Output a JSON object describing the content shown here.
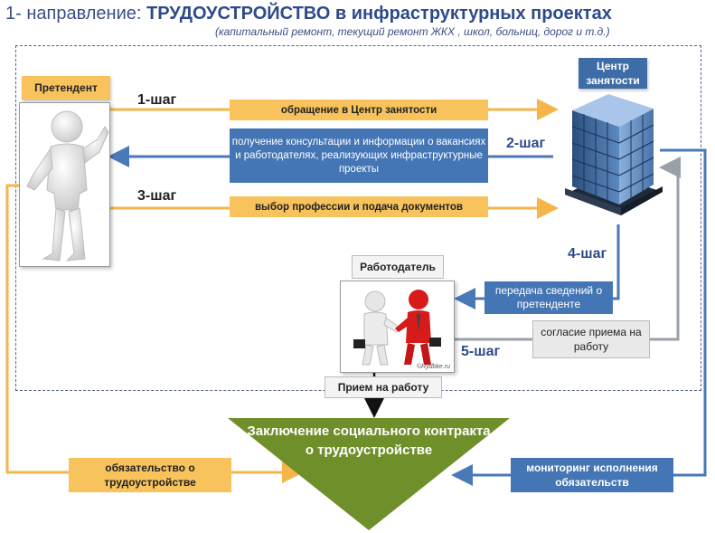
{
  "header": {
    "title_prefix": "1- направление: ",
    "title_main": "ТРУДОУСТРОЙСТВО в инфраструктурных проектах",
    "subtitle": "(капитальный ремонт, текущий ремонт ЖКХ , школ, больниц, дорог и т.д.)"
  },
  "actors": {
    "applicant": "Претендент",
    "center": "Центр занятости",
    "employer": "Работодатель"
  },
  "steps": {
    "step1_label": "1-шаг",
    "step1_text": "обращение в Центр занятости",
    "step2_label": "2-шаг",
    "step2_text": "получение консультации и информации о вакансиях и работодателях, реализующих инфраструктурные проекты",
    "step3_label": "3-шаг",
    "step3_text": "выбор профессии и подача документов",
    "step4_label": "4-шаг",
    "step4_text": "передача сведений о претенденте",
    "step5_label": "5-шаг",
    "step5_text": "согласие приема на работу"
  },
  "hire_label": "Прием на работу",
  "contract": "Заключение социального контракта о трудоустройстве",
  "obligation": "обязательство о трудоустройстве",
  "monitoring": "мониторинг исполнения обязательств",
  "watermark": "©Rydbke.ru",
  "colors": {
    "yellow": "#f8c35c",
    "blue": "#3d6ca7",
    "green": "#6f8f2b",
    "title": "#3c4e86"
  }
}
